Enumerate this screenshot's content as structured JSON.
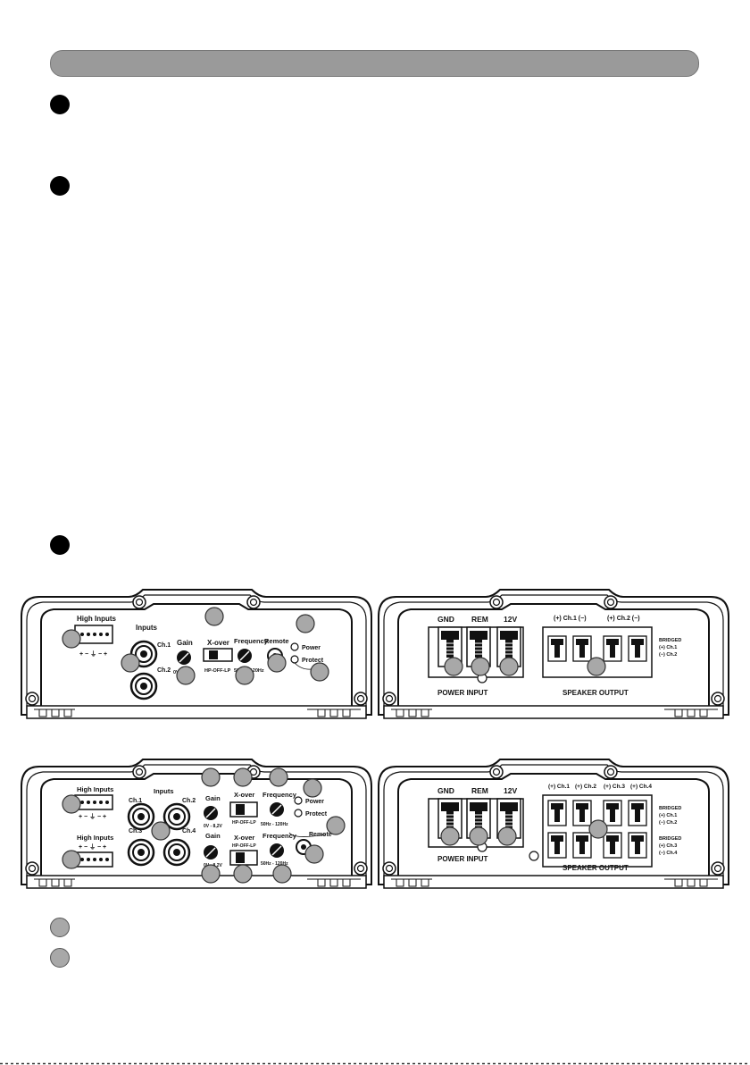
{
  "amp_2ch_front": {
    "high_inputs": "High Inputs",
    "high_inputs_polarity": "+ − ⏚ − +",
    "inputs": "Inputs",
    "ch1": "Ch.1",
    "ch2": "Ch.2",
    "gain": "Gain",
    "gain_range": "0V - 8,2V",
    "xover": "X-over",
    "xover_modes": "HP-OFF-LP",
    "frequency": "Frequency",
    "frequency_range": "50Hz - 120Hz",
    "remote": "Remote",
    "power": "Power",
    "protect": "Protect"
  },
  "amp_2ch_rear": {
    "gnd": "GND",
    "rem": "REM",
    "v12": "12V",
    "speaker_ch1": "(+) Ch.1 (−)",
    "speaker_ch2": "(+) Ch.2 (−)",
    "bridged": "BRIDGED",
    "bridged_plus": "(+) Ch.1",
    "bridged_minus": "(−) Ch.2",
    "power_input": "POWER INPUT",
    "speaker_output": "SPEAKER OUTPUT"
  },
  "amp_4ch_front": {
    "high_inputs_top": "High Inputs",
    "high_inputs_bottom": "High Inputs",
    "polarity": "+ − ⏚ − +",
    "inputs": "Inputs",
    "ch1": "Ch.1",
    "ch2": "Ch.2",
    "ch3": "Ch.3",
    "ch4": "Ch.4",
    "gain_top": "Gain",
    "gain_bottom": "Gain",
    "gain_range": "0V - 8,2V",
    "xover_top": "X-over",
    "xover_bottom": "X-over",
    "xover_modes": "HP-OFF-LP",
    "frequency_top": "Frequency",
    "frequency_bottom": "Frequency",
    "frequency_range": "50Hz - 120Hz",
    "power": "Power",
    "protect": "Protect",
    "remote": "Remote"
  },
  "amp_4ch_rear": {
    "gnd": "GND",
    "rem": "REM",
    "v12": "12V",
    "ch1": "(+) Ch.1",
    "ch2": "(+) Ch.2",
    "ch3": "(+) Ch.3",
    "ch4": "(+) Ch.4",
    "bridged_a": "BRIDGED",
    "bridged_a_plus": "(+) Ch.1",
    "bridged_a_minus": "(−) Ch.2",
    "bridged_b": "BRIDGED",
    "bridged_b_plus": "(+) Ch.3",
    "bridged_b_minus": "(−) Ch.4",
    "power_input": "POWER INPUT",
    "speaker_output": "SPEAKER OUTPUT"
  }
}
